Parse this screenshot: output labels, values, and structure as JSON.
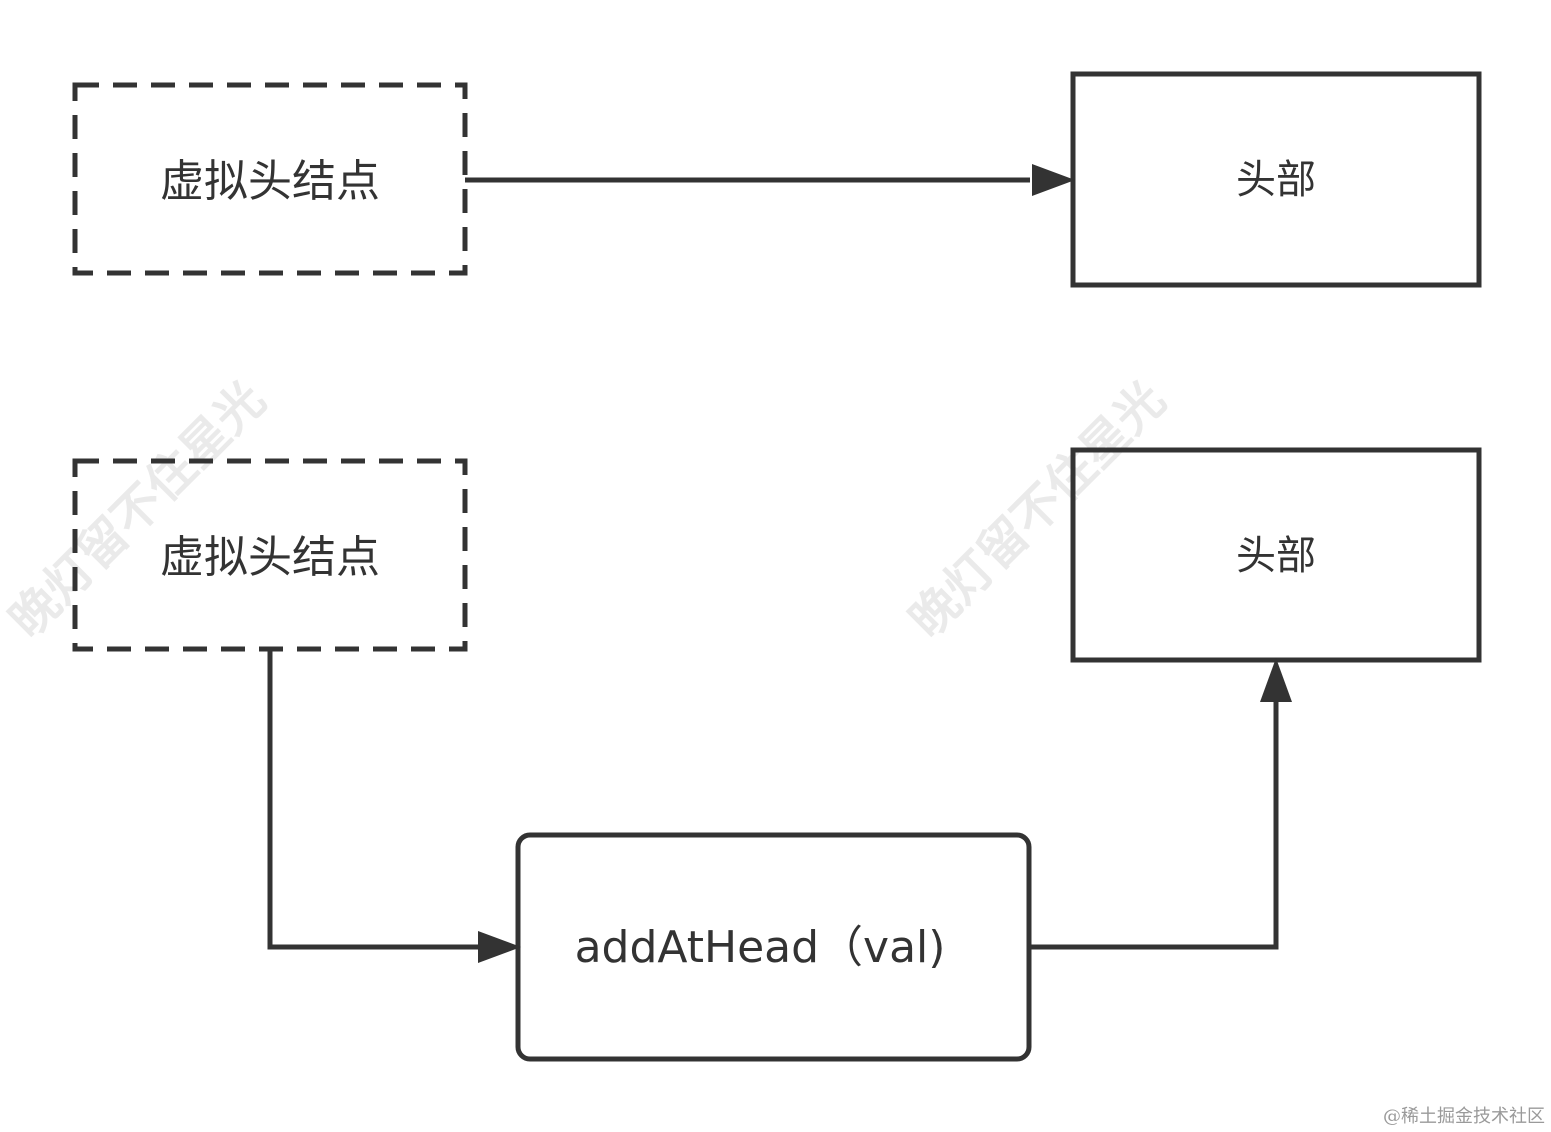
{
  "nodes": {
    "virtual_head_top": {
      "label": "虚拟头结点"
    },
    "head_top": {
      "label": "头部"
    },
    "virtual_head_bottom": {
      "label": "虚拟头结点"
    },
    "head_bottom": {
      "label": "头部"
    },
    "add_at_head": {
      "label": "addAtHead（val)"
    }
  },
  "watermarks": {
    "left": "晚灯留不住星光",
    "right": "晚灯留不住星光"
  },
  "footer": {
    "credit": "@稀土掘金技术社区"
  },
  "colors": {
    "stroke": "#333333",
    "watermark": "#e6e6e6",
    "credit": "#9a9a9a"
  }
}
